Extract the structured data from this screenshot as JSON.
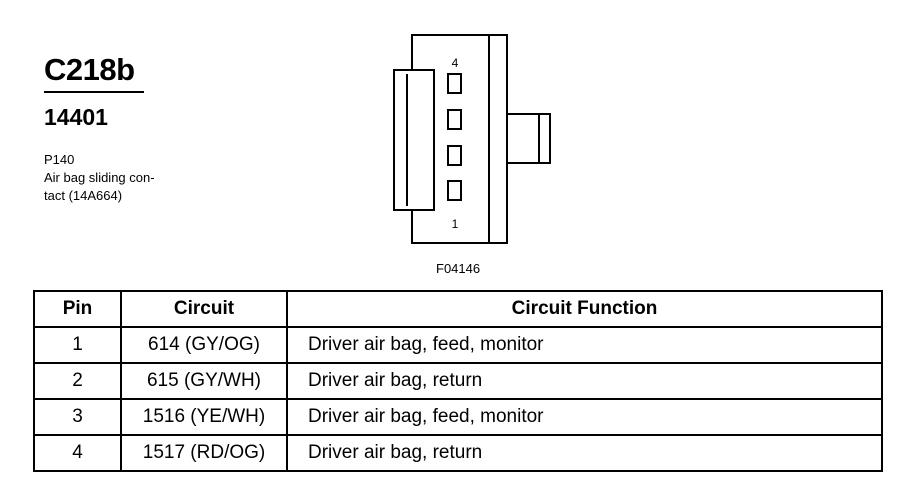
{
  "connector": {
    "id": "C218b",
    "part_number": "14401",
    "ref": "P140",
    "description_lines": [
      "Air bag sliding con-",
      "tact (14A664)"
    ],
    "figure_code": "F04146",
    "pin_top_label": "4",
    "pin_bottom_label": "1"
  },
  "table": {
    "headers": [
      "Pin",
      "Circuit",
      "Circuit Function"
    ],
    "rows": [
      {
        "pin": "1",
        "circuit": "614 (GY/OG)",
        "function": "Driver air bag, feed, monitor"
      },
      {
        "pin": "2",
        "circuit": "615 (GY/WH)",
        "function": "Driver air bag, return"
      },
      {
        "pin": "3",
        "circuit": "1516 (YE/WH)",
        "function": "Driver air bag, feed, monitor"
      },
      {
        "pin": "4",
        "circuit": "1517 (RD/OG)",
        "function": "Driver air bag, return"
      }
    ]
  }
}
